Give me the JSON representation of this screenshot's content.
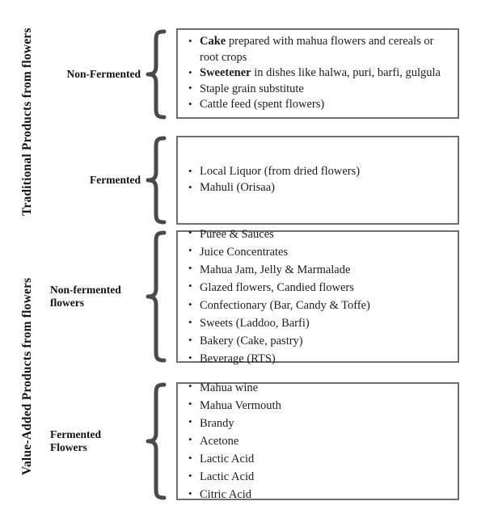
{
  "diagram": {
    "title": "Traditional and Value-Added Products from Mahua Flowers",
    "type": "bracketed-hierarchy",
    "border_color": "#6e6e6e",
    "brace_color": "#4a4a4a",
    "text_color": "#1d1d1d"
  },
  "spines": [
    {
      "id": "traditional",
      "label": "Traditional Products from flowers"
    },
    {
      "id": "value-added",
      "label": "Value-Added Products from flowers"
    }
  ],
  "branches": [
    {
      "id": "non-fermented-traditional",
      "label": "Non-Fermented",
      "parent": "traditional",
      "items": [
        {
          "bold": "Cake",
          "rest": " prepared with mahua flowers and cereals or root crops"
        },
        {
          "bold": "Sweetener",
          "rest": " in dishes like halwa, puri, barfi, gulgula"
        },
        {
          "bold": "",
          "rest": "Staple grain substitute"
        },
        {
          "bold": "",
          "rest": "Cattle feed (spent flowers)"
        }
      ]
    },
    {
      "id": "fermented-traditional",
      "label": "Fermented",
      "parent": "traditional",
      "items": [
        {
          "bold": "",
          "rest": "Local Liquor (from dried flowers)"
        },
        {
          "bold": "",
          "rest": "Mahuli (Orisaa)"
        }
      ]
    },
    {
      "id": "non-fermented-flowers",
      "label": "Non-fermented flowers",
      "parent": "value-added",
      "items": [
        {
          "bold": "",
          "rest": "Puree & Sauces"
        },
        {
          "bold": "",
          "rest": "Juice Concentrates"
        },
        {
          "bold": "",
          "rest": "Mahua Jam, Jelly & Marmalade"
        },
        {
          "bold": "",
          "rest": "Glazed flowers, Candied flowers"
        },
        {
          "bold": "",
          "rest": "Confectionary (Bar, Candy & Toffe)"
        },
        {
          "bold": "",
          "rest": "Sweets (Laddoo, Barfi)"
        },
        {
          "bold": "",
          "rest": "Bakery (Cake, pastry)"
        },
        {
          "bold": "",
          "rest": "Beverage (RTS)"
        }
      ]
    },
    {
      "id": "fermented-flowers",
      "label": "Fermented Flowers",
      "parent": "value-added",
      "items": [
        {
          "bold": "",
          "rest": "Mahua wine"
        },
        {
          "bold": "",
          "rest": "Mahua Vermouth"
        },
        {
          "bold": "",
          "rest": "Brandy"
        },
        {
          "bold": "",
          "rest": "Acetone"
        },
        {
          "bold": "",
          "rest": "Lactic Acid"
        },
        {
          "bold": "",
          "rest": "Lactic Acid"
        },
        {
          "bold": "",
          "rest": "Citric Acid"
        }
      ]
    }
  ]
}
